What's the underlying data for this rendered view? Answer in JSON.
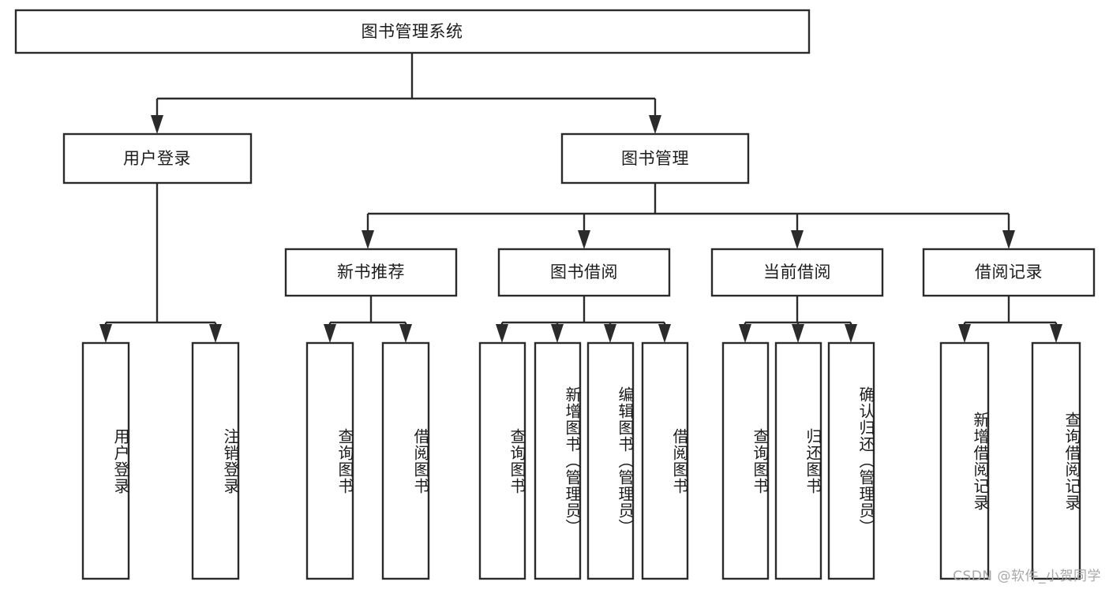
{
  "diagram": {
    "kind": "tree",
    "title": "图书管理系统",
    "watermark": "CSDN @软件_小贺同学",
    "colors": {
      "stroke": "#2b2b2b",
      "fill": "#ffffff",
      "text": "#1c1c1c",
      "watermark": "#a8a8a8",
      "background": "#ffffff"
    },
    "root": {
      "label": "图书管理系统"
    },
    "level2": [
      {
        "label": "用户登录"
      },
      {
        "label": "图书管理"
      }
    ],
    "level3": [
      {
        "label": "新书推荐"
      },
      {
        "label": "图书借阅"
      },
      {
        "label": "当前借阅"
      },
      {
        "label": "借阅记录"
      }
    ],
    "leaves": {
      "user_login": [
        {
          "label": "用户登录"
        },
        {
          "label": "注销登录"
        }
      ],
      "new_book_recommend": [
        {
          "label": "查询图书"
        },
        {
          "label": "借阅图书"
        }
      ],
      "book_borrow": [
        {
          "label": "查询图书"
        },
        {
          "label": "新增图书（管理员）"
        },
        {
          "label": "编辑图书（管理员）"
        },
        {
          "label": "借阅图书"
        }
      ],
      "current_borrow": [
        {
          "label": "查询图书"
        },
        {
          "label": "归还图书"
        },
        {
          "label": "确认归还（管理员）"
        }
      ],
      "borrow_record": [
        {
          "label": "新增借阅记录"
        },
        {
          "label": "查询借阅记录"
        }
      ]
    }
  }
}
